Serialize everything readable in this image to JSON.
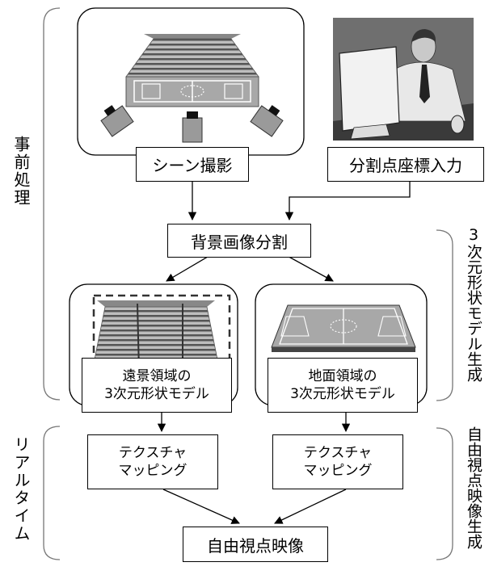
{
  "nodes": {
    "scene_capture": "シーン撮影",
    "split_point_input": "分割点座標入力",
    "background_split": "背景画像分割",
    "far_model": [
      "遠景領域の",
      "3次元形状モデル"
    ],
    "ground_model": [
      "地面領域の",
      "3次元形状モデル"
    ],
    "texture_left": [
      "テクスチャ",
      "マッピング"
    ],
    "texture_right": [
      "テクスチャ",
      "マッピング"
    ],
    "free_viewpoint": "自由視点映像"
  },
  "brackets": {
    "preprocess": "事前処理",
    "model_gen": "3次元形状モデル生成",
    "realtime": "リアルタイム",
    "fv_gen": "自由視点映像生成"
  },
  "icons": {
    "stadium": "stadium-icon",
    "camera": "camera-icon",
    "operator": "operator-at-computer-icon",
    "field": "soccer-field-icon"
  },
  "colors": {
    "line": "#000000",
    "stand_dark": "#555555",
    "stand_light": "#bdbdbd",
    "field": "#a8a8a8",
    "camera": "#9a9a9a"
  }
}
